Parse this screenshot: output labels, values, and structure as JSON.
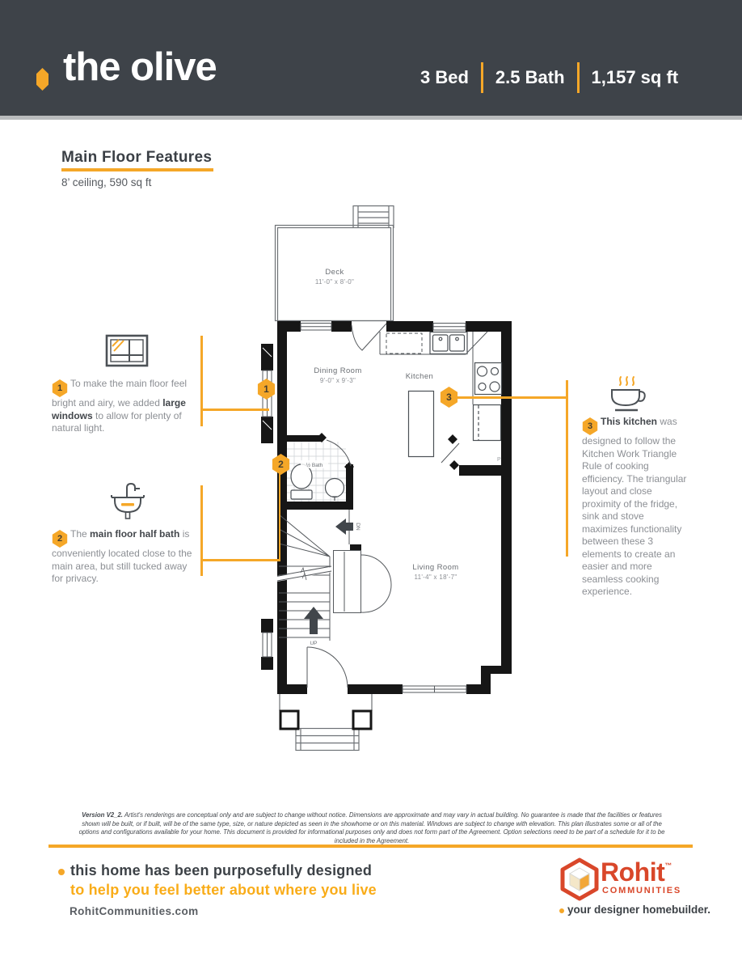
{
  "colors": {
    "accent": "#F5A728",
    "header_bg": "#3E4349",
    "brand_red": "#D9472A",
    "footer_yellow": "#F9AC18",
    "text_dark": "#3D4247",
    "text_gray": "#8C8F94"
  },
  "header": {
    "title": "the olive",
    "specs": [
      "3 Bed",
      "2.5 Bath",
      "1,157 sq ft"
    ]
  },
  "section": {
    "title": "Main Floor Features",
    "subtitle": "8’ ceiling, 590 sq ft"
  },
  "plan": {
    "deck": {
      "name": "Deck",
      "dims": "11'-0\" x 8'-0\""
    },
    "dining": {
      "name": "Dining Room",
      "dims": "9'-0\" x 9'-3\""
    },
    "kitchen": {
      "name": "Kitchen"
    },
    "half_bath": {
      "name": "½ Bath"
    },
    "living": {
      "name": "Living Room",
      "dims": "11'-4\" x 18'-7\""
    },
    "stair_up": "UP",
    "stair_dn": "DN",
    "pantry": "P"
  },
  "callouts": [
    {
      "num": "1",
      "pre": "To make the main floor feel bright and airy, we added ",
      "bold": "large windows",
      "post": " to allow for plenty of natural light."
    },
    {
      "num": "2",
      "pre": "The ",
      "bold": "main floor half bath",
      "post": " is conveniently located close to the main area, but still tucked away for privacy."
    },
    {
      "num": "3",
      "pre": "",
      "bold": "This kitchen",
      "post": " was designed to follow the Kitchen Work Triangle Rule of cooking efficiency. The triangular layout and close proximity of the fridge, sink and stove maximizes functionality between these 3 elements to create an easier and more seamless cooking experience."
    }
  ],
  "disclaimer": {
    "lead": "Version V2_2.",
    "text": " Artist's renderings are conceptual only and are subject to change without notice. Dimensions are approximate and may vary in actual building. No guarantee is made that the facilities or features shown will be built, or if built, will be of the same type, size, or nature depicted as seen in the showhome or on this material. Windows are subject to change with elevation. This plan illustrates some or all of the options and configurations available for your home. This document is provided for informational purposes only and does not form part of the Agreement. Option selections need to be part of a schedule for it to be included in the Agreement."
  },
  "footer": {
    "line1": "this home has been purposefully designed",
    "line2": "to help you feel better about where you live",
    "website": "RohitCommunities.com",
    "logo": {
      "brand": "Rohit",
      "tm": "™",
      "sub": "COMMUNITIES",
      "tagline": "your designer homebuilder."
    }
  }
}
